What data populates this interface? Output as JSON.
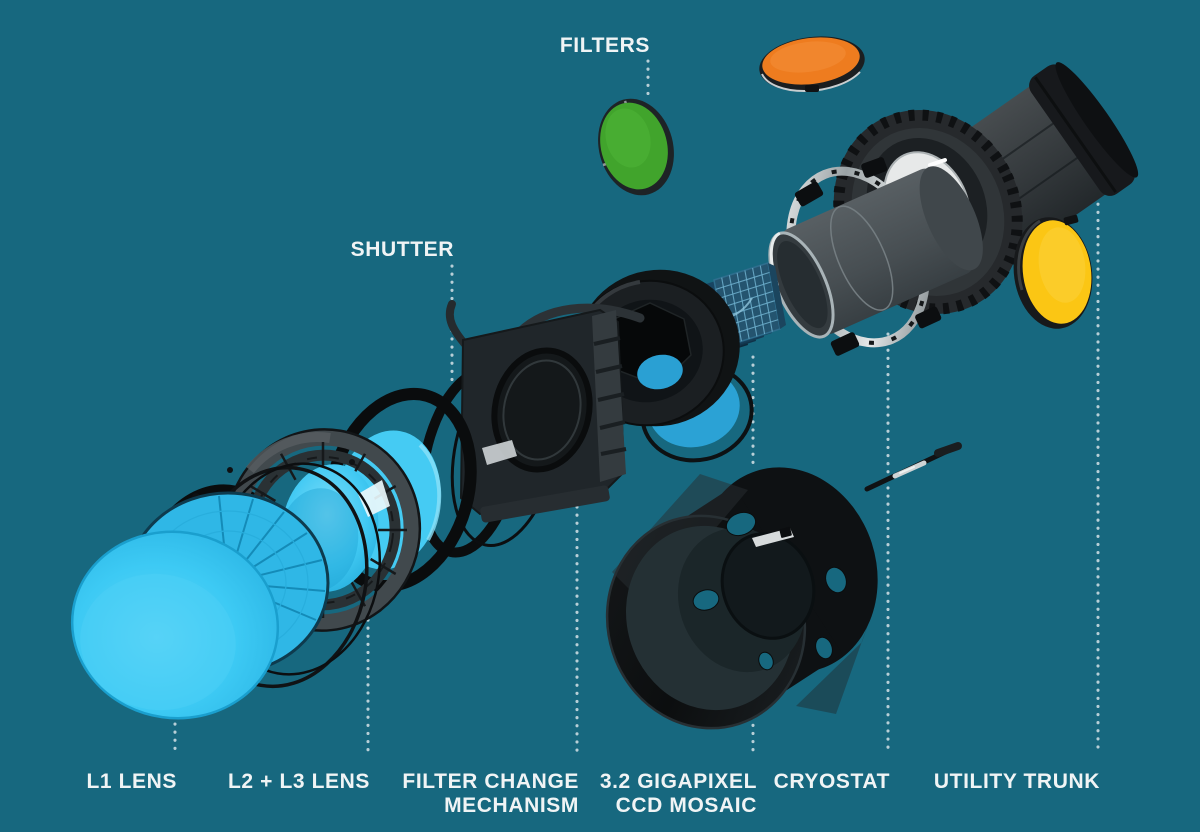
{
  "diagram": {
    "type": "exploded-camera-diagram",
    "labels": {
      "filters": "FILTERS",
      "shutter": "SHUTTER",
      "l1_lens": "L1 LENS",
      "l2_l3_lens": "L2 + L3 LENS",
      "filter_change_line1": "FILTER CHANGE",
      "filter_change_line2": "MECHANISM",
      "ccd_line1": "3.2 GIGAPIXEL",
      "ccd_line2": "CCD MOSAIC",
      "cryostat": "CRYOSTAT",
      "utility_trunk": "UTILITY TRUNK"
    },
    "colors": {
      "background": "#17687F",
      "label_text": "#F0F4F5",
      "leader_dots": "#D5E2E6",
      "lens_cyan": "#3DCAF4",
      "filter_green": "#41A42C",
      "filter_orange": "#EE7C1F",
      "filter_yellow": "#FBC614",
      "ccd_blue": "#24546F",
      "hardware_dark": "#17191C",
      "hardware_gray": "#4A5155",
      "chrome": "#DFE3E4"
    }
  }
}
